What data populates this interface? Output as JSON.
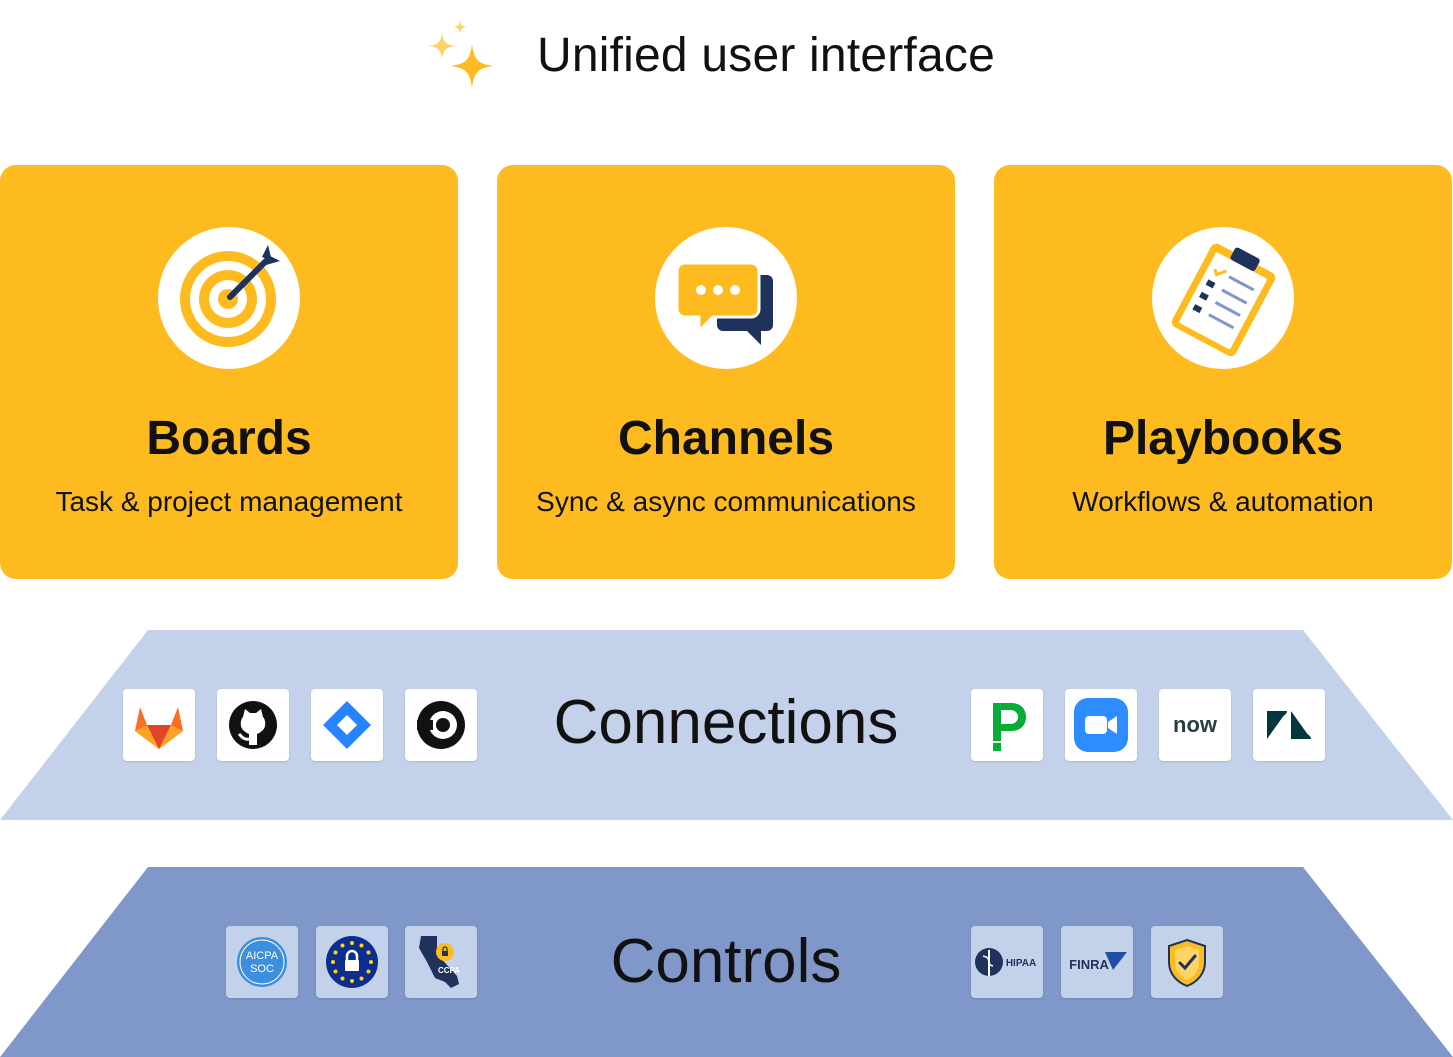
{
  "header": {
    "title": "Unified user interface",
    "icon": "sparkle-icon"
  },
  "colors": {
    "card": "#FDBB1F",
    "connections_band": "#C3D1EA",
    "controls_band": "#7F98C9",
    "navy": "#1E325C"
  },
  "cards": [
    {
      "title": "Boards",
      "subtitle": "Task & project management",
      "icon": "target-icon"
    },
    {
      "title": "Channels",
      "subtitle": "Sync & async communications",
      "icon": "chat-bubbles-icon"
    },
    {
      "title": "Playbooks",
      "subtitle": "Workflows & automation",
      "icon": "clipboard-checklist-icon"
    }
  ],
  "connections": {
    "label": "Connections",
    "left_logos": [
      "gitlab-icon",
      "github-icon",
      "jira-icon",
      "circleci-icon"
    ],
    "right_logos": [
      "pagerduty-icon",
      "zoom-icon",
      "servicenow-icon",
      "zendesk-icon"
    ],
    "now_text": "now"
  },
  "controls": {
    "label": "Controls",
    "left_logos": [
      "aicpa-soc-icon",
      "gdpr-eu-icon",
      "ccpa-california-icon"
    ],
    "right_logos": [
      "hipaa-icon",
      "finra-icon",
      "shield-check-icon"
    ],
    "aicpa_text": "AICPA",
    "soc_text": "SOC",
    "ccpa_text": "CCPA",
    "hipaa_text": "HIPAA",
    "finra_text": "FINRA"
  }
}
